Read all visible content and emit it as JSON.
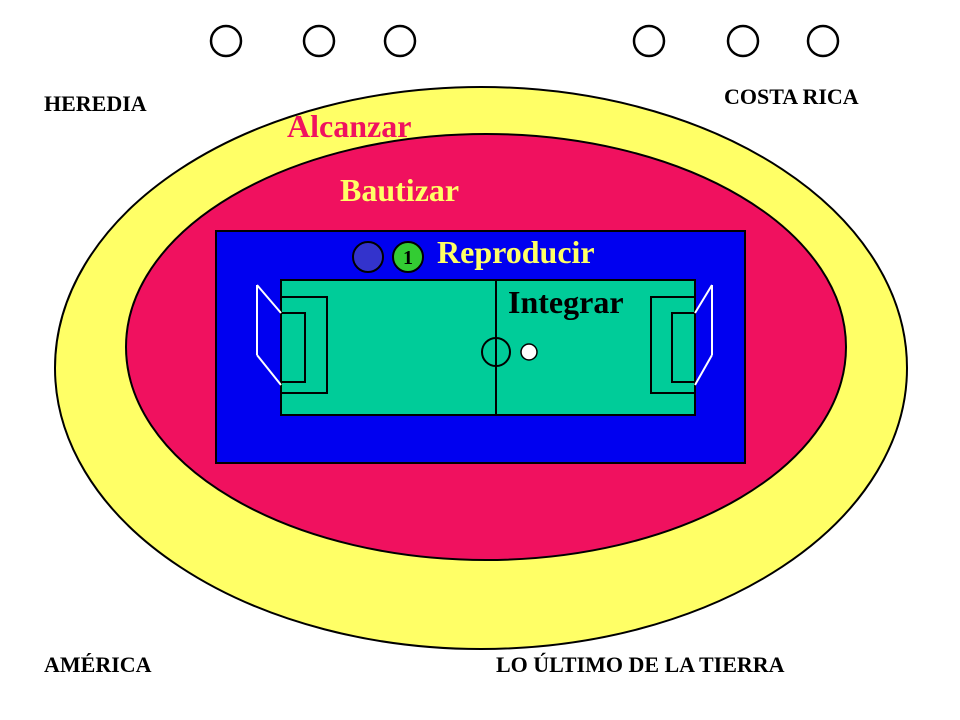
{
  "corners": {
    "top_left": "HEREDIA",
    "top_right": "COSTA RICA",
    "bottom_left": "AMÉRICA",
    "bottom_right": "LO ÚLTIMO DE LA TIERRA"
  },
  "zones": {
    "outer": "Alcanzar",
    "middle": "Bautizar",
    "inner": "Reproducir",
    "field": "Integrar"
  },
  "player": {
    "number": "1"
  },
  "colors": {
    "outer_ring": "#FFFF66",
    "middle_ring": "#F0115F",
    "inner_box": "#0000F0",
    "field": "#00CC99",
    "player_green": "#33CC33",
    "player_blue": "#3333CC",
    "label_yellow": "#FFFF66",
    "label_pink": "#F0115F"
  }
}
